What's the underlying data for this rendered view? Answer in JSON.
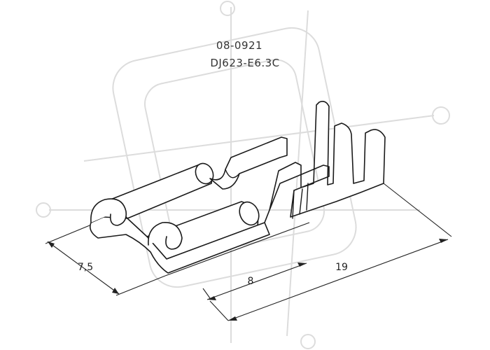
{
  "labels": {
    "article_code": "08-0921",
    "model_code": "DJ623-E6.3C"
  },
  "dimensions": {
    "width": "7,5",
    "crimp_length": "8",
    "total_length": "19"
  }
}
